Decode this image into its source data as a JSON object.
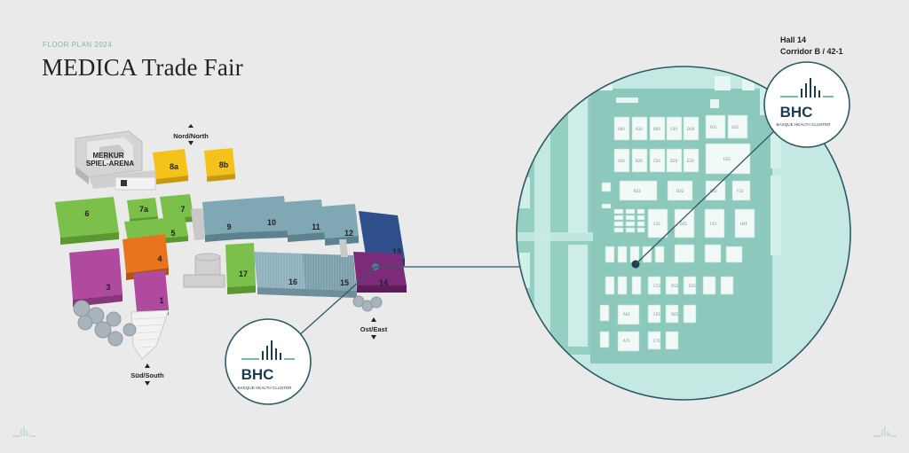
{
  "header": {
    "eyebrow": "FLOOR PLAN 2024",
    "title": "MEDICA Trade Fair"
  },
  "location": {
    "hall": "Hall 14",
    "corridor": "Corridor B / 42-1"
  },
  "compass": {
    "north": "Nord/North",
    "south": "Süd/South",
    "east": "Ost/East"
  },
  "arena": {
    "line1": "MERKUR",
    "line2": "SPIEL-ARENA"
  },
  "halls": {
    "h1": "1",
    "h3": "3",
    "h4": "4",
    "h5": "5",
    "h6": "6",
    "h7a": "7a",
    "h7": "7",
    "h8a": "8a",
    "h8b": "8b",
    "h9": "9",
    "h10": "10",
    "h11": "11",
    "h12": "12",
    "h13": "13",
    "h14": "14",
    "h15": "15",
    "h16": "16",
    "h17": "17"
  },
  "logo": {
    "name": "BHC",
    "subtitle": "BASQUE HEALTH CLUSTER"
  },
  "colors": {
    "background": "#eaeaea",
    "accent": "#7cb9a4",
    "green": "#7bc04a",
    "yellow": "#f4c21a",
    "orange": "#e8721e",
    "magenta": "#b04a9e",
    "teal_blue": "#7fa7b4",
    "navy": "#2f4f8a",
    "purple": "#7e2a7a",
    "zoom_fill": "#bfeae2",
    "zoom_border": "#2e5a66",
    "logo_dark": "#1e3b50"
  }
}
